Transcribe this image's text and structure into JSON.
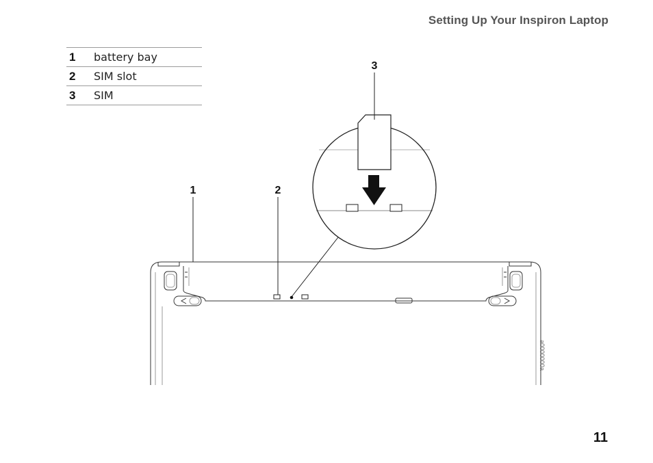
{
  "header": {
    "title": "Setting Up Your Inspiron Laptop"
  },
  "legend": {
    "items": [
      {
        "number": "1",
        "label": "battery bay"
      },
      {
        "number": "2",
        "label": "SIM slot"
      },
      {
        "number": "3",
        "label": "SIM"
      }
    ]
  },
  "figure": {
    "callouts": [
      "1",
      "2",
      "3"
    ],
    "part_number": "a0000000a"
  },
  "footer": {
    "page_number": "11"
  }
}
